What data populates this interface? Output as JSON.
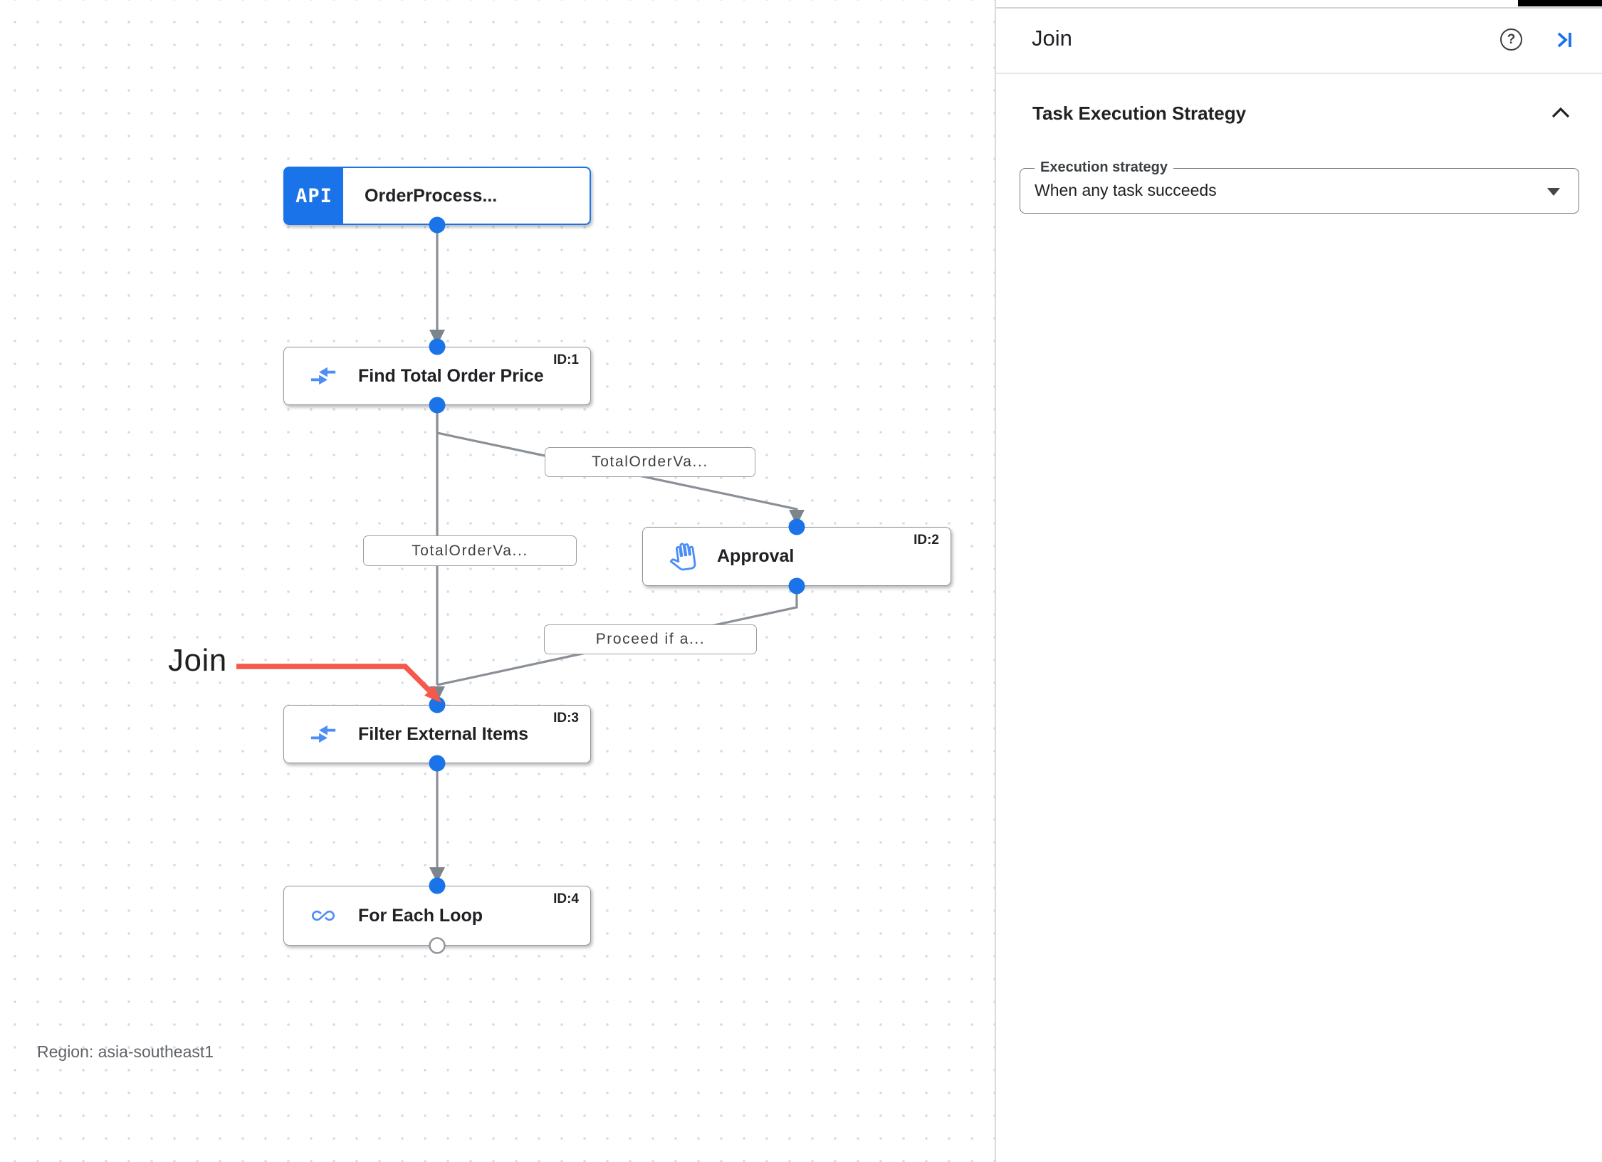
{
  "colors": {
    "accent_blue": "#1a73e8",
    "icon_blue": "#4c8df6",
    "edge_gray": "#8a9096",
    "annotation_red": "#f4594b"
  },
  "canvas": {
    "region_label": "Region: asia-southeast1",
    "annotation_label": "Join",
    "trigger_badge": "API",
    "nodes": [
      {
        "title": "OrderProcess...",
        "id_label": ""
      },
      {
        "title": "Find Total Order Price",
        "id_label": "ID:1"
      },
      {
        "title": "Approval",
        "id_label": "ID:2"
      },
      {
        "title": "Filter External Items",
        "id_label": "ID:3"
      },
      {
        "title": "For Each Loop",
        "id_label": "ID:4"
      }
    ],
    "edge_labels": [
      {
        "text": "TotalOrderVa..."
      },
      {
        "text": "TotalOrderVa..."
      },
      {
        "text": "Proceed if a..."
      }
    ]
  },
  "panel": {
    "title": "Join",
    "help_label": "?",
    "section_title": "Task Execution Strategy",
    "field_label": "Execution strategy",
    "field_value": "When any task succeeds"
  }
}
